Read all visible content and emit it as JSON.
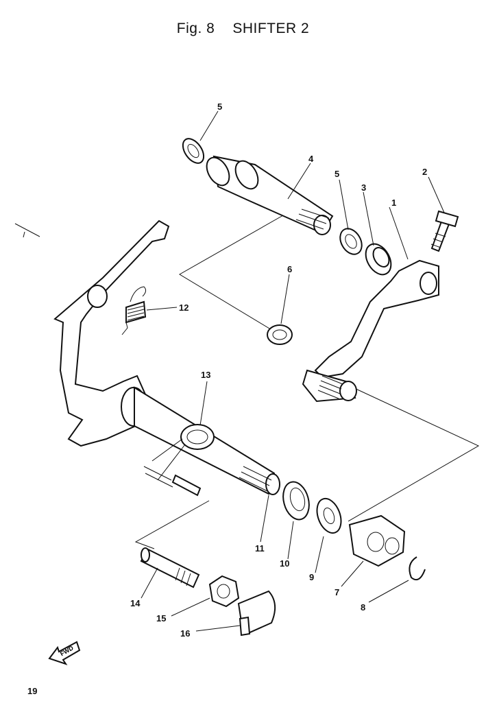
{
  "figure": {
    "number": "Fig. 8",
    "title": "SHIFTER 2"
  },
  "callouts": [
    {
      "id": "1",
      "label": "1"
    },
    {
      "id": "2",
      "label": "2"
    },
    {
      "id": "3",
      "label": "3"
    },
    {
      "id": "4",
      "label": "4"
    },
    {
      "id": "5a",
      "label": "5"
    },
    {
      "id": "5b",
      "label": "5"
    },
    {
      "id": "6",
      "label": "6"
    },
    {
      "id": "7",
      "label": "7"
    },
    {
      "id": "8",
      "label": "8"
    },
    {
      "id": "9",
      "label": "9"
    },
    {
      "id": "10",
      "label": "10"
    },
    {
      "id": "11",
      "label": "11"
    },
    {
      "id": "12",
      "label": "12"
    },
    {
      "id": "13",
      "label": "13"
    },
    {
      "id": "14",
      "label": "14"
    },
    {
      "id": "15",
      "label": "15"
    },
    {
      "id": "16",
      "label": "16"
    }
  ],
  "fwd_marker": {
    "label": "FWD"
  },
  "page": {
    "number": "19"
  }
}
